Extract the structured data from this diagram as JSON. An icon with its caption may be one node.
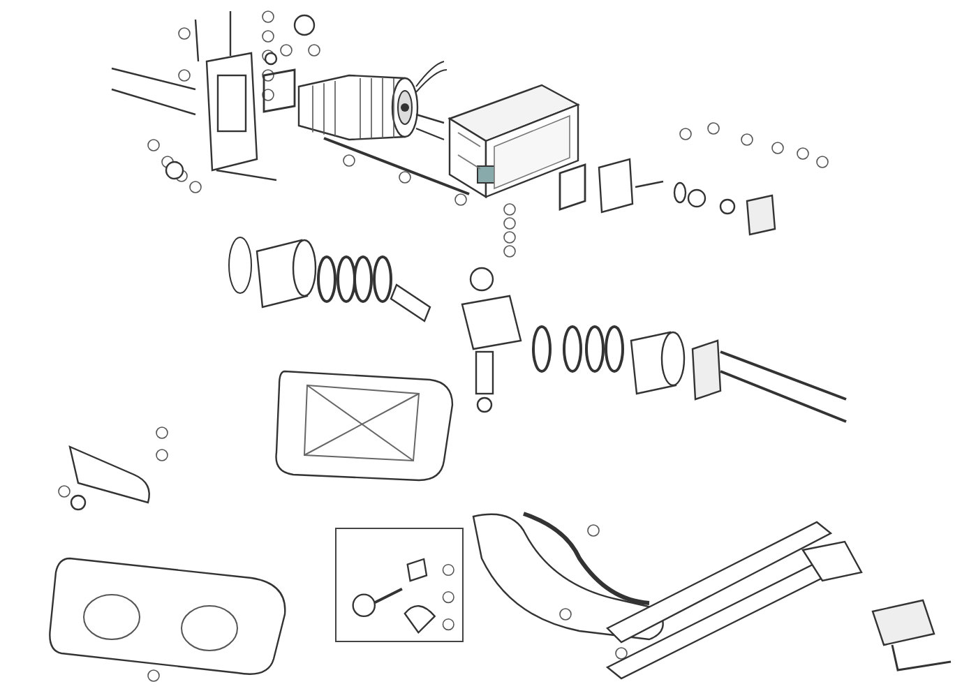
{
  "diagram": {
    "nodes": [
      {
        "text": [],
        "shape": "picture"
      },
      {
        "text": [],
        "shape": "picture"
      },
      {
        "text": [],
        "shape": "picture"
      },
      {
        "text": [],
        "shape": "picture"
      },
      {
        "text": [],
        "shape": "picture"
      },
      {
        "text": [],
        "shape": "picture"
      },
      {
        "text": [],
        "shape": "picture"
      },
      {
        "text": [],
        "shape": "picture"
      },
      {
        "text": [],
        "shape": "picture"
      },
      {
        "text": [],
        "shape": "picture"
      },
      {
        "text": [],
        "shape": "picture"
      },
      {
        "text": [],
        "shape": "box"
      },
      {
        "text": [],
        "shape": "picture"
      },
      {
        "text": [],
        "shape": "picture"
      }
    ]
  }
}
